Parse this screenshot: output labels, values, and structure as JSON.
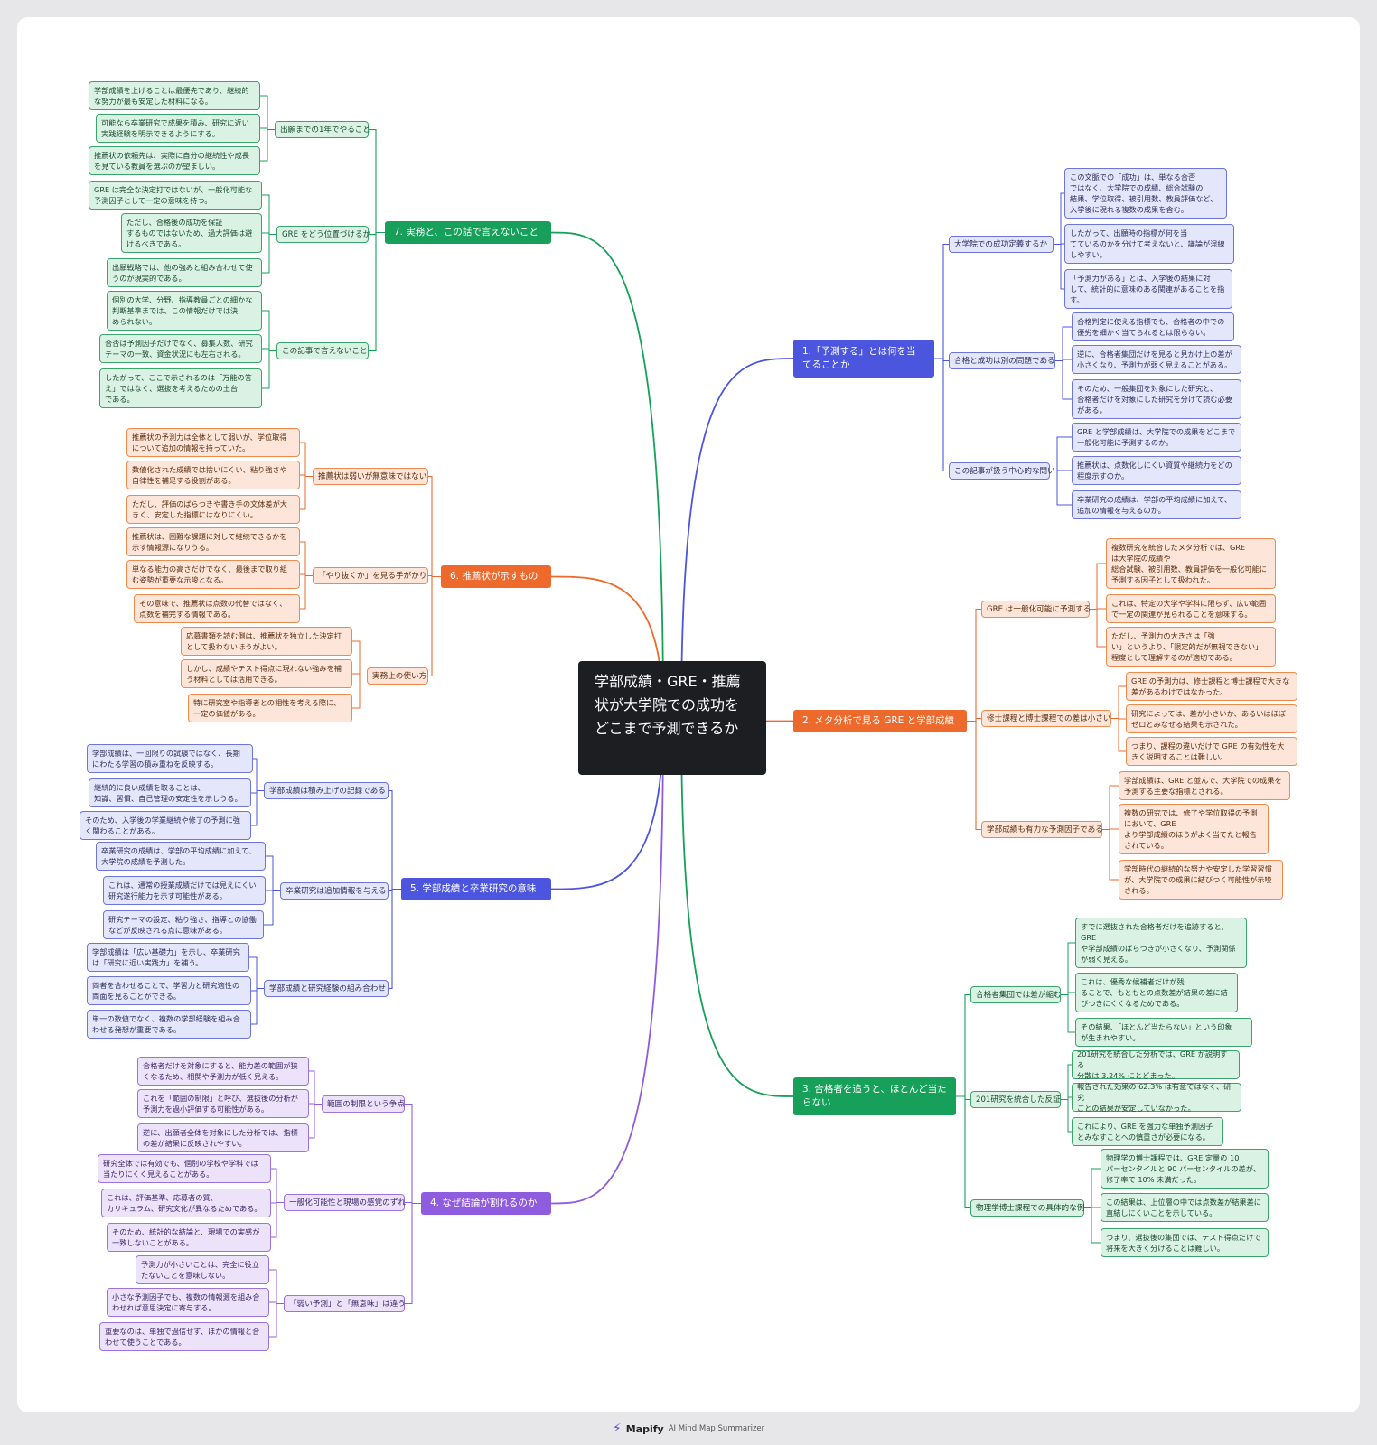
{
  "root": "学部成績・GRE・推薦状が大学院での成功をどこまで予測できるか",
  "branches": [
    {
      "label": "1.「予測する」とは何を当てることか",
      "children": [
        {
          "label": "大学院での成功定義するか",
          "children": [
            "この文脈での「成功」は、単なる合否\nではなく、大学院での成績、総合試験の\n結果、学位取得、被引用数、教員評価など、\n入学後に現れる複数の成果を含む。",
            "したがって、出願時の指標が何を当\nてているのかを分けて考えないと、議論が混線\nしやすい。",
            "「予測力がある」とは、入学後の結果に対\nして、統計的に意味のある関連があることを指\nす。"
          ]
        },
        {
          "label": "合格と成功は別の問題である",
          "children": [
            "合格判定に使える指標でも、合格者の中での\n優劣を細かく当てられるとは限らない。",
            "逆に、合格者集団だけを見ると見かけ上の差が\n小さくなり、予測力が弱く見えることがある。",
            "そのため、一般集団を対象にした研究と、\n合格者だけを対象にした研究を分けて読む必要\nがある。"
          ]
        },
        {
          "label": "この記事が扱う中心的な問い",
          "children": [
            "GRE と学部成績は、大学院での成果をどこまで\n一般化可能に予測するのか。",
            "推薦状は、点数化しにくい資質や継続力をどの\n程度示すのか。",
            "卒業研究の成績は、学部の平均成績に加えて、\n追加の情報を与えるのか。"
          ]
        }
      ]
    },
    {
      "label": "2. メタ分析で見る GRE と学部成績",
      "children": [
        {
          "label": "GRE は一般化可能に予測する",
          "children": [
            "複数研究を統合したメタ分析では、GRE\nは大学院の成績や\n総合試験、被引用数、教員評価を一般化可能に\n予測する因子として扱われた。",
            "これは、特定の大学や学科に限らず、広い範囲\nで一定の関連が見られることを意味する。",
            "ただし、予測力の大きさは「強\nい」というより、「限定的だが無視できない」\n程度として理解するのが適切である。"
          ]
        },
        {
          "label": "修士課程と博士課程での差は小さい",
          "children": [
            "GRE の予測力は、修士課程と博士課程で大きな\n差があるわけではなかった。",
            "研究によっては、差が小さいか、あるいはほぼ\nゼロとみなせる結果も示された。",
            "つまり、課程の違いだけで GRE の有効性を大\nきく説明することは難しい。"
          ]
        },
        {
          "label": "学部成績も有力な予測因子である",
          "children": [
            "学部成績は、GRE と並んで、大学院での成果を\n予測する主要な指標とされる。",
            "複数の研究では、修了や学位取得の予測\nにおいて、GRE\nより学部成績のほうがよく当てたと報告\nされている。",
            "学部時代の継続的な努力や安定した学習習慣\nが、大学院での成果に結びつく可能性が示唆\nされる。"
          ]
        }
      ]
    },
    {
      "label": "3. 合格者を追うと、ほとんど当たらない",
      "children": [
        {
          "label": "合格者集団では差が縮む",
          "children": [
            "すでに選抜された合格者だけを追跡すると、\nGRE\nや学部成績のばらつきが小さくなり、予測関係\nが弱く見える。",
            "これは、優秀な候補者だけが残\nることで、もともとの点数差が結果の差に結\nびつきにくくなるためである。",
            "その結果、「ほとんど当たらない」という印象\nが生まれやすい。"
          ]
        },
        {
          "label": "201研究を統合した反証",
          "children": [
            "201研究を統合した分析では、GRE が説明する\n分散は 3.24% にとどまった。",
            "報告された効果の 62.3% は有意ではなく、研究\nごとの結果が安定していなかった。",
            "これにより、GRE を強力な単独予測因子\nとみなすことへの慎重さが必要になる。"
          ]
        },
        {
          "label": "物理学博士課程での具体的な例",
          "children": [
            "物理学の博士課程では、GRE 定量の 10\nパーセンタイルと 90 パーセンタイルの差が、\n修了率で 10% 未満だった。",
            "この結果は、上位層の中では点数差が結果差に\n直結しにくいことを示している。",
            "つまり、選抜後の集団では、テスト得点だけで\n将来を大きく分けることは難しい。"
          ]
        }
      ]
    },
    {
      "label": "4. なぜ結論が割れるのか",
      "children": [
        {
          "label": "範囲の制限という争点",
          "children": [
            "合格者だけを対象にすると、能力差の範囲が狭\nくなるため、相関や予測力が低く見える。",
            "これを「範囲の制限」と呼び、選抜後の分析が\n予測力を過小評価する可能性がある。",
            "逆に、出願者全体を対象にした分析では、指標\nの差が結果に反映されやすい。"
          ]
        },
        {
          "label": "一般化可能性と現場の感覚のずれ",
          "children": [
            "研究全体では有効でも、個別の学校や学科では\n当たりにくく見えることがある。",
            "これは、評価基準、応募者の質、\nカリキュラム、研究文化が異なるためである。",
            "そのため、統計的な結論と、現場での実感が\n一致しないことがある。"
          ]
        },
        {
          "label": "「弱い予測」と「無意味」は違う",
          "children": [
            "予測力が小さいことは、完全に役立\nたないことを意味しない。",
            "小さな予測因子でも、複数の情報源を組み合\nわせれば意思決定に寄与する。",
            "重要なのは、単独で過信せず、ほかの情報と合\nわせて使うことである。"
          ]
        }
      ]
    },
    {
      "label": "5. 学部成績と卒業研究の意味",
      "children": [
        {
          "label": "学部成績は積み上げの記録である",
          "children": [
            "学部成績は、一回限りの試験ではなく、長期\nにわたる学習の積み重ねを反映する。",
            "継続的に良い成績を取ることは、\n知識、習慣、自己管理の安定性を示しうる。",
            "そのため、入学後の学業継続や修了の予測に強\nく関わることがある。"
          ]
        },
        {
          "label": "卒業研究は追加情報を与える",
          "children": [
            "卒業研究の成績は、学部の平均成績に加えて、\n大学院の成績を予測した。",
            "これは、通常の授業成績だけでは見えにくい\n研究遂行能力を示す可能性がある。",
            "研究テーマの設定、粘り強さ、指導との協働\nなどが反映される点に意味がある。"
          ]
        },
        {
          "label": "学部成績と研究経験の組み合わせ",
          "children": [
            "学部成績は「広い基礎力」を示し、卒業研究\nは「研究に近い実践力」を補う。",
            "両者を合わせることで、学習力と研究適性の\n両面を見ることができる。",
            "単一の数値でなく、複数の学部経験を組み合\nわせる発想が重要である。"
          ]
        }
      ]
    },
    {
      "label": "6. 推薦状が示すもの",
      "children": [
        {
          "label": "推薦状は弱いが無意味ではない",
          "children": [
            "推薦状の予測力は全体として弱いが、学位取得\nについて追加の情報を持っていた。",
            "数値化された成績では捨いにくい、粘り強さや\n自律性を補足する役割がある。",
            "ただし、評価のばらつきや書き手の文体差が大\nきく、安定した指標にはなりにくい。"
          ]
        },
        {
          "label": "「やり抜くか」を見る手がかり",
          "children": [
            "推薦状は、困難な課題に対して継続できるかを\n示す情報源になりうる。",
            "単なる能力の高さだけでなく、最後まで取り組\nむ姿勢が重要な示唆となる。",
            "その意味で、推薦状は点数の代替ではなく、\n点数を補完する情報である。"
          ]
        },
        {
          "label": "実務上の使い方",
          "children": [
            "応募書類を読む側は、推薦状を独立した決定打\nとして扱わないほうがよい。",
            "しかし、成績やテスト得点に現れない強みを補\nう材料としては活用できる。",
            "特に研究室や指導者との相性を考える際に、\n一定の価値がある。"
          ]
        }
      ]
    },
    {
      "label": "7. 実務と、この話で言えないこと",
      "children": [
        {
          "label": "出願までの1年でやること",
          "children": [
            "学部成績を上げることは最優先であり、継続的\nな努力が最も安定した材料になる。",
            "可能なら卒業研究で成果を積み、研究に近い\n実践経験を明示できるようにする。",
            "推薦状の依頼先は、実際に自分の継続性や成長\nを見ている教員を選ぶのが望ましい。"
          ]
        },
        {
          "label": "GRE をどう位置づけるか",
          "children": [
            "GRE は完全な決定打ではないが、一般化可能な\n予測因子として一定の意味を持つ。",
            "ただし、合格後の成功を保証\nするものではないため、過大評価は避\nけるべきである。",
            "出願戦略では、他の強みと組み合わせて使\nうのが現実的である。"
          ]
        },
        {
          "label": "この記事で言えないこと",
          "children": [
            "個別の大学、分野、指導教員ごとの細かな\n判断基準までは、この情報だけでは決\nめられない。",
            "合否は予測因子だけでなく、募集人数、研究\nテーマの一致、資金状況にも左右される。",
            "したがって、ここで示されるのは「万能の答\nえ」ではなく、選抜を考えるための土台\nである。"
          ]
        }
      ]
    }
  ],
  "colors": {
    "blue": "#4c55dd",
    "orange": "#ee6a2c",
    "green": "#16a05a",
    "purple": "#8f5ce0",
    "root": "#1d1e22"
  },
  "footer": {
    "brand": "Mapify",
    "tagline": "AI Mind Map Summarizer",
    "logo_icon": "bolt-icon"
  }
}
